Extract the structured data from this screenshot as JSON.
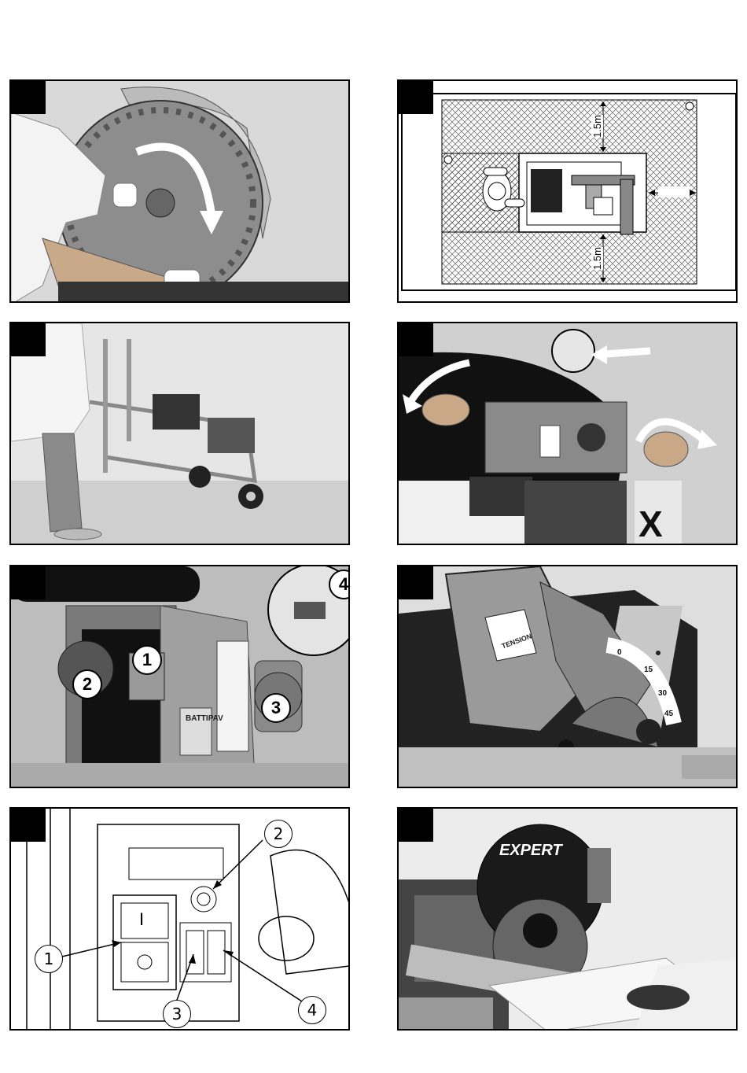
{
  "panels": [
    {
      "id": "p1"
    },
    {
      "id": "p2",
      "dimension_top": "1.5m",
      "dimension_bottom": "1.5m"
    },
    {
      "id": "p3"
    },
    {
      "id": "p4",
      "brand": "X"
    },
    {
      "id": "p5",
      "callouts": [
        "1",
        "2",
        "3",
        "4"
      ],
      "brand": "BATTIPAV"
    },
    {
      "id": "p6",
      "warning": "TENSION",
      "scale": [
        "0",
        "15",
        "30",
        "45"
      ]
    },
    {
      "id": "p7",
      "switch_on": "I",
      "callouts": [
        "1",
        "2",
        "3",
        "4"
      ]
    },
    {
      "id": "p8",
      "brand": "EXPERT"
    }
  ]
}
